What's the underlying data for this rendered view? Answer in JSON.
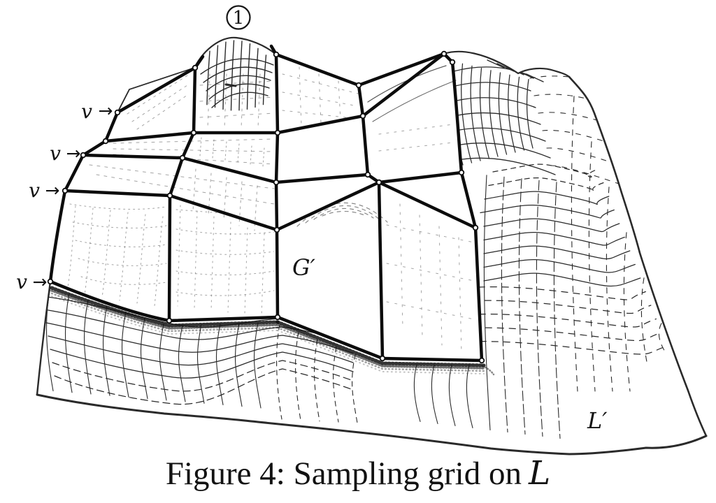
{
  "figure": {
    "peak_badge": "1",
    "vertex_labels": [
      {
        "text": "v",
        "arrow": "→"
      },
      {
        "text": "v",
        "arrow": "→"
      },
      {
        "text": "v",
        "arrow": "→"
      },
      {
        "text": "v",
        "arrow": "→"
      }
    ],
    "grid_label": "G′",
    "surface_label": "L′"
  },
  "caption": {
    "prefix": "Figure 4: Sampling grid on",
    "symbol": "L"
  }
}
